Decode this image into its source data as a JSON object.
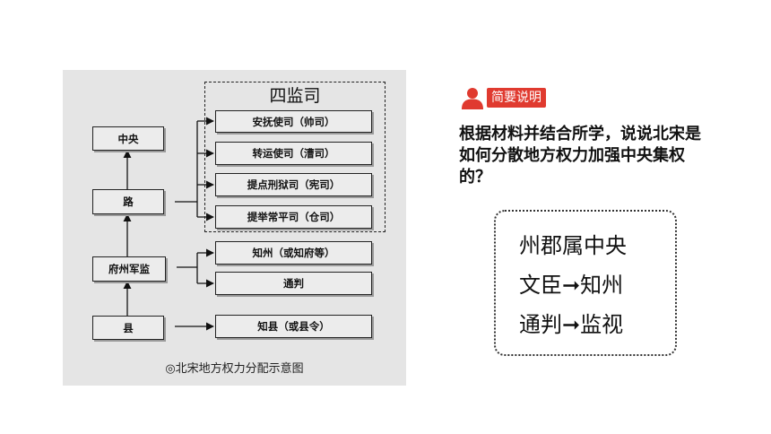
{
  "diagram": {
    "jiansi_title": "四监司",
    "nodes": {
      "zhongyang": "中央",
      "lu": "路",
      "fuzhou": "府州军监",
      "xian": "县",
      "anfu": "安抚使司（帅司）",
      "zhuanyun": "转运使司（漕司）",
      "tidian": "提点刑狱司（宪司）",
      "tiju": "提举常平司（仓司）",
      "zhizhou": "知州（或知府等）",
      "tongpan": "通判",
      "zhixian": "知县（或县令）"
    },
    "caption": "◎北宋地方权力分配示意图"
  },
  "sidebar": {
    "tag_label": "简要说明",
    "tag_icon": "person-icon",
    "accent_color": "#e03a2f",
    "question": "根据材料并结合所学，说说北宋是如何分散地方权力加强中央集权的？",
    "answers": [
      "州郡属中央",
      "文臣➞知州",
      "通判➞监视"
    ]
  }
}
